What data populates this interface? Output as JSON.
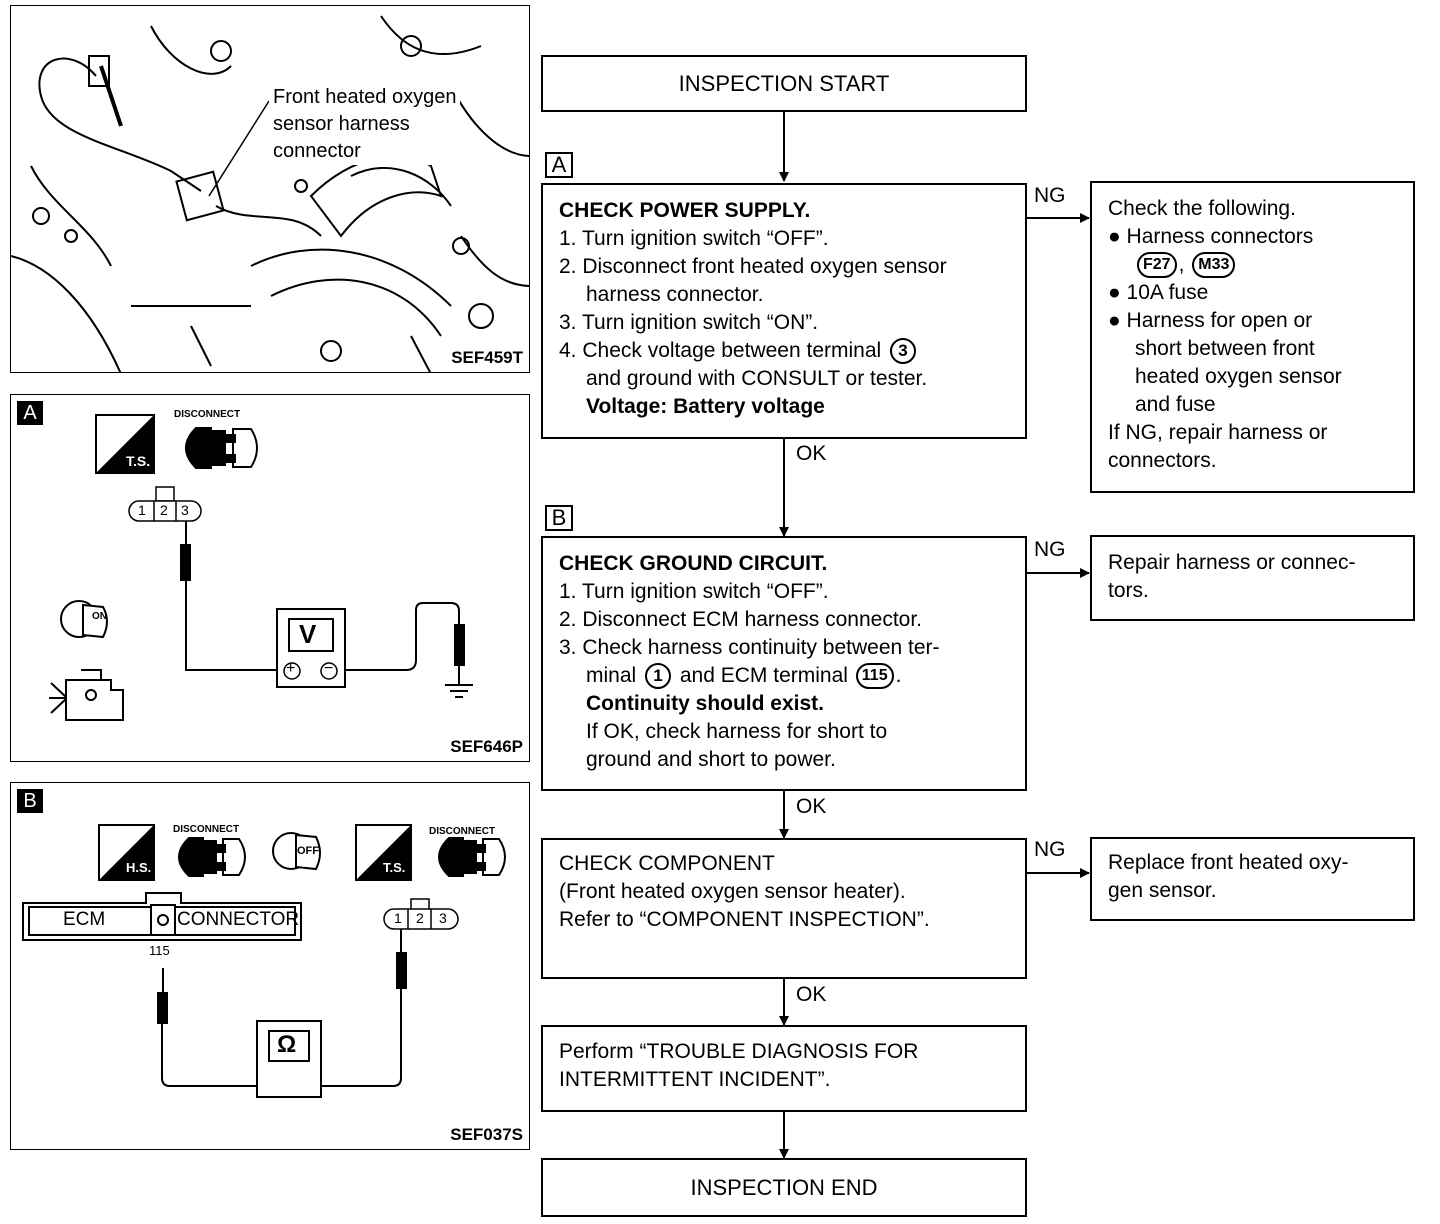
{
  "figures": {
    "top": {
      "callout": [
        "Front heated oxygen",
        "sensor harness",
        "connector"
      ],
      "code": "SEF459T"
    },
    "a": {
      "letter": "A",
      "disconnect": "DISCONNECT",
      "ts_label": "T.S.",
      "on_label": "ON",
      "terminals": [
        "1",
        "2",
        "3"
      ],
      "meter": "V",
      "plus": "+",
      "minus": "−",
      "code": "SEF646P"
    },
    "b": {
      "letter": "B",
      "disconnect1": "DISCONNECT",
      "disconnect2": "DISCONNECT",
      "hs_label": "H.S.",
      "ts_label": "T.S.",
      "off_label": "OFF",
      "ecm": "ECM",
      "connector": "CONNECTOR",
      "pin": "115",
      "terminals": [
        "1",
        "2",
        "3"
      ],
      "meter": "Ω",
      "code": "SEF037S"
    }
  },
  "flowchart": {
    "start": "INSPECTION START",
    "end": "INSPECTION END",
    "labels": {
      "ok": "OK",
      "ng": "NG"
    },
    "step_a": {
      "letter": "A",
      "title": "CHECK POWER SUPPLY.",
      "lines": [
        "1. Turn ignition switch “OFF”.",
        "2. Disconnect front heated oxygen sensor",
        "harness connector.",
        "3. Turn ignition switch “ON”.",
        "4. Check voltage between terminal",
        "and ground with CONSULT or tester."
      ],
      "terminal": "3",
      "result": "Voltage: Battery voltage",
      "ng": {
        "intro": "Check the following.",
        "item1": "Harness connectors",
        "conn1": "F27",
        "conn2": "M33",
        "item2": "10A fuse",
        "item3": [
          "Harness for open or",
          "short between front",
          "heated oxygen sensor",
          "and fuse"
        ],
        "outro": [
          "If NG, repair harness or",
          "connectors."
        ]
      }
    },
    "step_b": {
      "letter": "B",
      "title": "CHECK GROUND CIRCUIT.",
      "lines": [
        "1. Turn ignition switch “OFF”.",
        "2. Disconnect ECM harness connector.",
        "3. Check harness continuity between ter-",
        "minal",
        "and ECM terminal",
        "."
      ],
      "terminal": "1",
      "ecm_terminal": "115",
      "result": "Continuity should exist.",
      "extra": [
        "If OK, check harness for short to",
        "ground and short to power."
      ],
      "ng": [
        "Repair harness or connec-",
        "tors."
      ]
    },
    "step_c": {
      "lines": [
        "CHECK COMPONENT",
        "(Front heated oxygen sensor heater).",
        "Refer to “COMPONENT INSPECTION”."
      ],
      "ng": [
        "Replace front heated oxy-",
        "gen sensor."
      ]
    },
    "step_d": {
      "lines": [
        "Perform “TROUBLE DIAGNOSIS FOR",
        "INTERMITTENT INCIDENT”."
      ]
    }
  }
}
